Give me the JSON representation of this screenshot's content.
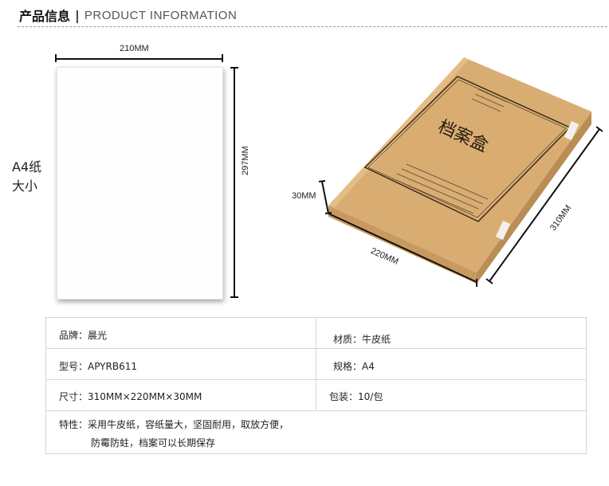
{
  "header": {
    "title_cn": "产品信息",
    "separator": "|",
    "title_en": "PRODUCT INFORMATION"
  },
  "paper": {
    "width_label": "210MM",
    "height_label": "297MM",
    "name_line1": "A4纸",
    "name_line2": "大小"
  },
  "box": {
    "cover_title": "档案盒",
    "depth_label": "30MM",
    "width_label": "220MM",
    "height_label": "310MM",
    "color": "#d6a86c"
  },
  "specs": {
    "brand": "品牌：晨光",
    "material": "材质：牛皮纸",
    "model": "型号：APYRB611",
    "size_spec": "规格：A4",
    "dimensions": "尺寸：310MM×220MM×30MM",
    "package": "包装：10/包",
    "features_line1": "特性：采用牛皮纸，容纸量大，坚固耐用，取放方便，",
    "features_line2": "防霉防蛀，档案可以长期保存"
  }
}
